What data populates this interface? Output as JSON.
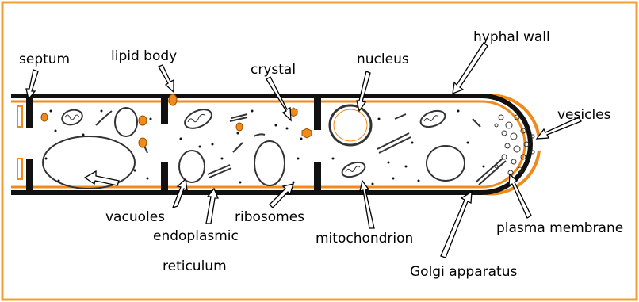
{
  "labels": {
    "septum": "septum",
    "lipid_body": "lipid body",
    "crystal": "crystal",
    "nucleus": "nucleus",
    "hyphal_wall": "hyphal wall",
    "vesicles": "vesicles",
    "vacuoles": "vacuoles",
    "endoplasmic": "endoplasmic",
    "reticulum": "reticulum",
    "ribosomes": "ribosomes",
    "mitochondrion": "mitochondrion",
    "golgi": "Golgi apparatus",
    "plasma_membrane": "plasma membrane"
  },
  "colors": {
    "frame": "#f0a030",
    "wall": "#111111",
    "membrane": "#f08a1a",
    "lipid": "#f08a1a"
  }
}
